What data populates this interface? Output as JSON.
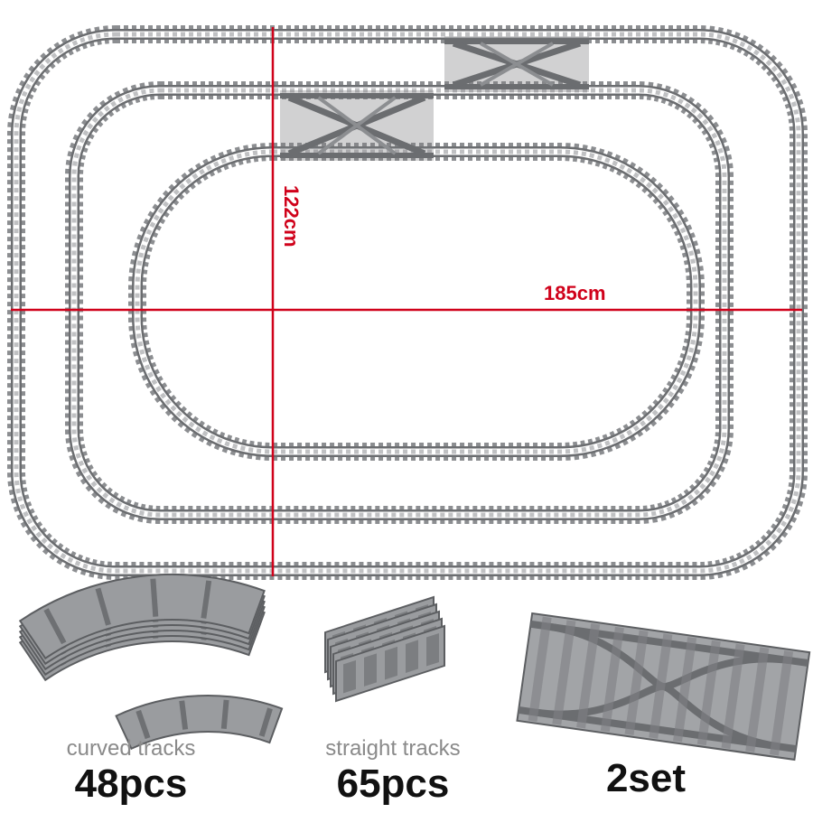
{
  "dimensions": {
    "height_label": "122cm",
    "width_label": "185cm",
    "line_color": "#d0021b"
  },
  "track_color": "#6b6d70",
  "sleeper_color": "#8c8e91",
  "products": [
    {
      "name": "curved tracks",
      "count": "48pcs"
    },
    {
      "name": "straight tracks",
      "count": "65pcs"
    },
    {
      "name": "",
      "count": "2set"
    }
  ]
}
